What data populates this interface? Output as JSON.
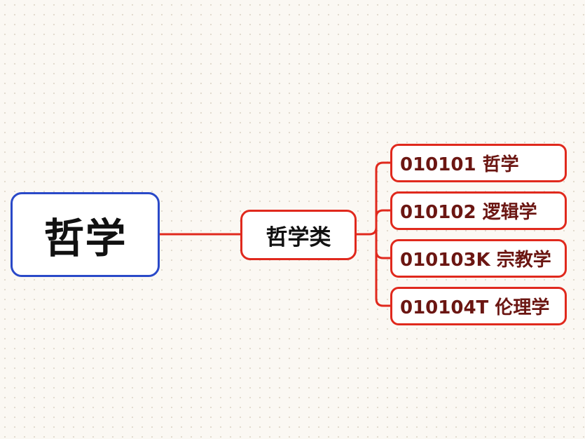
{
  "root": {
    "label": "哲学"
  },
  "branch": {
    "label": "哲学类"
  },
  "leaves": [
    {
      "label": "010101 哲学"
    },
    {
      "label": "010102 逻辑学"
    },
    {
      "label": "010103K 宗教学"
    },
    {
      "label": "010104T 伦理学"
    }
  ],
  "colors": {
    "background": "#fbf8f3",
    "root_border": "#2a49c8",
    "branch_border": "#e0291d",
    "connector": "#e0291d",
    "leaf_text": "#6b1612"
  }
}
